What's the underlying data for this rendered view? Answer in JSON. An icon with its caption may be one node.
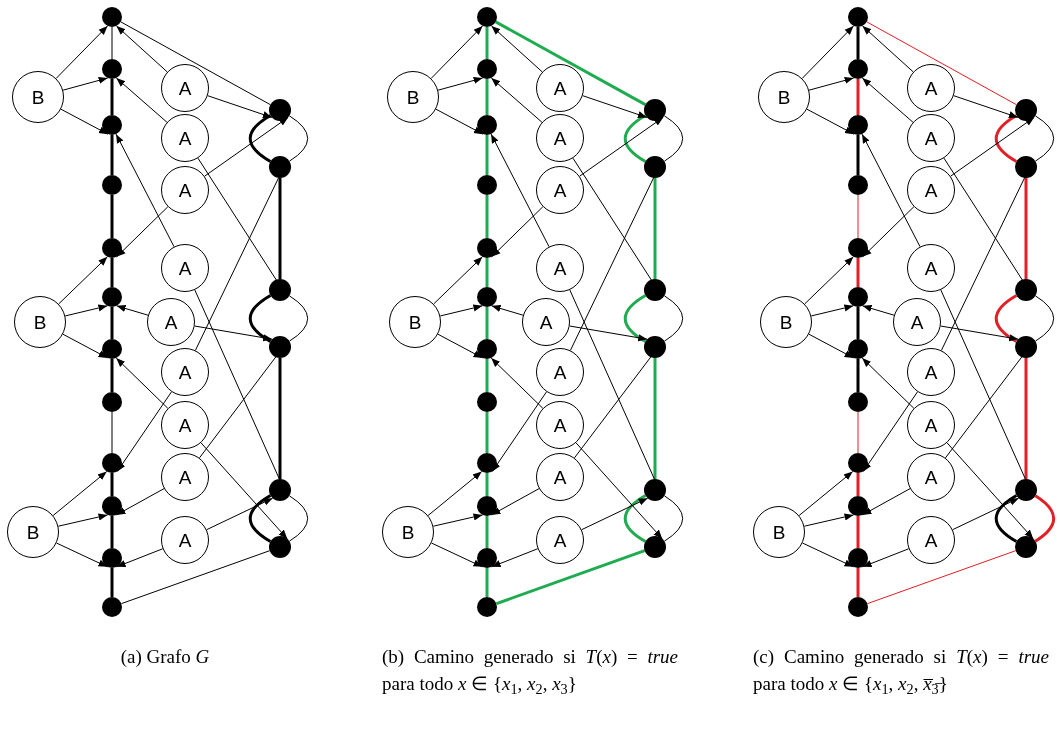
{
  "diagram": {
    "nodes": [
      {
        "text": [],
        "shape": "circle"
      },
      {
        "text": [],
        "shape": "circle"
      },
      {
        "text": [],
        "shape": "circle"
      },
      {
        "text": [],
        "shape": "circle"
      },
      {
        "text": [],
        "shape": "circle"
      },
      {
        "text": [],
        "shape": "circle"
      },
      {
        "text": [],
        "shape": "circle"
      },
      {
        "text": [],
        "shape": "circle"
      },
      {
        "text": [],
        "shape": "circle"
      },
      {
        "text": [],
        "shape": "circle"
      },
      {
        "text": [],
        "shape": "circle"
      },
      {
        "text": [],
        "shape": "circle"
      },
      {
        "text": [
          "B"
        ]
      },
      {
        "text": [
          "B"
        ]
      },
      {
        "text": [
          "B"
        ]
      },
      {
        "text": [
          "A"
        ]
      },
      {
        "text": [
          "A"
        ]
      },
      {
        "text": [
          "A"
        ]
      },
      {
        "text": [
          "A"
        ]
      },
      {
        "text": [
          "A"
        ]
      },
      {
        "text": [
          "A"
        ]
      },
      {
        "text": [
          "A"
        ]
      },
      {
        "text": [
          "A"
        ]
      },
      {
        "text": [
          "A"
        ]
      },
      {
        "text": [],
        "shape": "circle"
      },
      {
        "text": [],
        "shape": "circle"
      },
      {
        "text": [],
        "shape": "circle"
      },
      {
        "text": [],
        "shape": "circle"
      },
      {
        "text": [],
        "shape": "circle"
      },
      {
        "text": [],
        "shape": "circle"
      },
      {
        "text": [],
        "shape": "circle"
      },
      {
        "text": [],
        "shape": "circle"
      },
      {
        "text": [],
        "shape": "circle"
      },
      {
        "text": [],
        "shape": "circle"
      },
      {
        "text": [],
        "shape": "circle"
      },
      {
        "text": [],
        "shape": "circle"
      },
      {
        "text": [],
        "shape": "circle"
      },
      {
        "text": [],
        "shape": "circle"
      },
      {
        "text": [],
        "shape": "circle"
      },
      {
        "text": [],
        "shape": "circle"
      },
      {
        "text": [],
        "shape": "circle"
      },
      {
        "text": [],
        "shape": "circle"
      },
      {
        "text": [
          "B"
        ]
      },
      {
        "text": [
          "B"
        ]
      },
      {
        "text": [
          "B"
        ]
      },
      {
        "text": [
          "A"
        ]
      },
      {
        "text": [
          "A"
        ]
      },
      {
        "text": [
          "A"
        ]
      },
      {
        "text": [
          "A"
        ]
      },
      {
        "text": [
          "A"
        ]
      },
      {
        "text": [
          "A"
        ]
      },
      {
        "text": [
          "A"
        ]
      },
      {
        "text": [
          "A"
        ]
      },
      {
        "text": [
          "A"
        ]
      },
      {
        "text": [],
        "shape": "circle"
      },
      {
        "text": [],
        "shape": "circle"
      },
      {
        "text": [],
        "shape": "circle"
      },
      {
        "text": [],
        "shape": "circle"
      },
      {
        "text": [],
        "shape": "circle"
      },
      {
        "text": [],
        "shape": "circle"
      },
      {
        "text": [],
        "shape": "circle"
      },
      {
        "text": [],
        "shape": "circle"
      },
      {
        "text": [],
        "shape": "circle"
      },
      {
        "text": [],
        "shape": "circle"
      },
      {
        "text": [],
        "shape": "circle"
      },
      {
        "text": [],
        "shape": "circle"
      },
      {
        "text": [],
        "shape": "circle"
      },
      {
        "text": [],
        "shape": "circle"
      },
      {
        "text": [],
        "shape": "circle"
      },
      {
        "text": [],
        "shape": "circle"
      },
      {
        "text": [],
        "shape": "circle"
      },
      {
        "text": [],
        "shape": "circle"
      },
      {
        "text": [
          "B"
        ]
      },
      {
        "text": [
          "B"
        ]
      },
      {
        "text": [
          "B"
        ]
      },
      {
        "text": [
          "A"
        ]
      },
      {
        "text": [
          "A"
        ]
      },
      {
        "text": [
          "A"
        ]
      },
      {
        "text": [
          "A"
        ]
      },
      {
        "text": [
          "A"
        ]
      },
      {
        "text": [
          "A"
        ]
      },
      {
        "text": [
          "A"
        ]
      },
      {
        "text": [
          "A"
        ]
      },
      {
        "text": [
          "A"
        ]
      },
      {
        "text": [],
        "shape": "circle"
      },
      {
        "text": [],
        "shape": "circle"
      },
      {
        "text": [],
        "shape": "circle"
      },
      {
        "text": [],
        "shape": "circle"
      },
      {
        "text": [],
        "shape": "circle"
      },
      {
        "text": [],
        "shape": "circle"
      }
    ],
    "edges": [
      {
        "from": 0,
        "to": 1,
        "arrow": "none"
      },
      {
        "from": 1,
        "to": 2,
        "arrow": "none",
        "style": "thick"
      },
      {
        "from": 2,
        "to": 3,
        "arrow": "none",
        "style": "thick"
      },
      {
        "from": 3,
        "to": 4,
        "arrow": "none",
        "style": "thick"
      },
      {
        "from": 4,
        "to": 5,
        "arrow": "none",
        "style": "thick"
      },
      {
        "from": 5,
        "to": 6,
        "arrow": "none",
        "style": "thick"
      },
      {
        "from": 6,
        "to": 7,
        "arrow": "none",
        "style": "thick"
      },
      {
        "from": 7,
        "to": 8,
        "arrow": "none"
      },
      {
        "from": 8,
        "to": 9,
        "arrow": "none",
        "style": "thick"
      },
      {
        "from": 9,
        "to": 10,
        "arrow": "none",
        "style": "thick"
      },
      {
        "from": 10,
        "to": 11,
        "arrow": "none",
        "style": "thick"
      },
      {
        "from": 0,
        "to": 24,
        "arrow": "none"
      },
      {
        "from": 24,
        "to": 25,
        "arrow": "none",
        "style": "thick"
      },
      {
        "from": 24,
        "to": 25,
        "arrow": "none"
      },
      {
        "from": 25,
        "to": 26,
        "arrow": "none",
        "style": "thick"
      },
      {
        "from": 26,
        "to": 27,
        "arrow": "none",
        "style": "thick"
      },
      {
        "from": 26,
        "to": 27,
        "arrow": "none"
      },
      {
        "from": 27,
        "to": 28,
        "arrow": "none",
        "style": "thick"
      },
      {
        "from": 28,
        "to": 29,
        "arrow": "none",
        "style": "thick"
      },
      {
        "from": 28,
        "to": 29,
        "arrow": "none"
      },
      {
        "from": 29,
        "to": 11,
        "arrow": "none"
      },
      {
        "from": 12,
        "to": 0,
        "arrow": "to"
      },
      {
        "from": 12,
        "to": 1,
        "arrow": "to"
      },
      {
        "from": 12,
        "to": 2,
        "arrow": "to"
      },
      {
        "from": 13,
        "to": 4,
        "arrow": "to"
      },
      {
        "from": 13,
        "to": 5,
        "arrow": "to"
      },
      {
        "from": 13,
        "to": 6,
        "arrow": "to"
      },
      {
        "from": 14,
        "to": 8,
        "arrow": "to"
      },
      {
        "from": 14,
        "to": 9,
        "arrow": "to"
      },
      {
        "from": 14,
        "to": 10,
        "arrow": "to"
      },
      {
        "from": 15,
        "to": 0,
        "arrow": "to"
      },
      {
        "from": 15,
        "to": 24,
        "arrow": "to"
      },
      {
        "from": 16,
        "to": 1,
        "arrow": "to"
      },
      {
        "from": 16,
        "to": 26,
        "arrow": "to"
      },
      {
        "from": 17,
        "to": 4,
        "arrow": "to"
      },
      {
        "from": 17,
        "to": 24,
        "arrow": "to"
      },
      {
        "from": 18,
        "to": 2,
        "arrow": "to"
      },
      {
        "from": 18,
        "to": 28,
        "arrow": "to"
      },
      {
        "from": 19,
        "to": 5,
        "arrow": "to"
      },
      {
        "from": 19,
        "to": 27,
        "arrow": "to"
      },
      {
        "from": 20,
        "to": 8,
        "arrow": "to"
      },
      {
        "from": 20,
        "to": 25,
        "arrow": "to"
      },
      {
        "from": 21,
        "to": 6,
        "arrow": "to"
      },
      {
        "from": 21,
        "to": 29,
        "arrow": "to"
      },
      {
        "from": 22,
        "to": 9,
        "arrow": "to"
      },
      {
        "from": 22,
        "to": 27,
        "arrow": "to"
      },
      {
        "from": 23,
        "to": 10,
        "arrow": "to"
      },
      {
        "from": 23,
        "to": 28,
        "arrow": "to"
      },
      {
        "from": 30,
        "to": 31,
        "arrow": "none",
        "style": "thick",
        "color": "#1fab4f"
      },
      {
        "from": 31,
        "to": 32,
        "arrow": "none",
        "style": "thick",
        "color": "#1fab4f"
      },
      {
        "from": 32,
        "to": 33,
        "arrow": "none",
        "style": "thick",
        "color": "#1fab4f"
      },
      {
        "from": 33,
        "to": 34,
        "arrow": "none",
        "style": "thick",
        "color": "#1fab4f"
      },
      {
        "from": 34,
        "to": 35,
        "arrow": "none",
        "style": "thick",
        "color": "#1fab4f"
      },
      {
        "from": 35,
        "to": 36,
        "arrow": "none",
        "style": "thick",
        "color": "#1fab4f"
      },
      {
        "from": 36,
        "to": 37,
        "arrow": "none",
        "style": "thick",
        "color": "#1fab4f"
      },
      {
        "from": 37,
        "to": 38,
        "arrow": "none",
        "style": "thick",
        "color": "#1fab4f"
      },
      {
        "from": 38,
        "to": 39,
        "arrow": "none",
        "style": "thick",
        "color": "#1fab4f"
      },
      {
        "from": 39,
        "to": 40,
        "arrow": "none",
        "style": "thick",
        "color": "#1fab4f"
      },
      {
        "from": 40,
        "to": 41,
        "arrow": "none",
        "style": "thick",
        "color": "#1fab4f"
      },
      {
        "from": 30,
        "to": 54,
        "arrow": "none",
        "style": "thick",
        "color": "#1fab4f"
      },
      {
        "from": 54,
        "to": 55,
        "arrow": "none",
        "style": "thick",
        "color": "#1fab4f"
      },
      {
        "from": 54,
        "to": 55,
        "arrow": "none"
      },
      {
        "from": 55,
        "to": 56,
        "arrow": "none",
        "style": "thick",
        "color": "#1fab4f"
      },
      {
        "from": 56,
        "to": 57,
        "arrow": "none",
        "style": "thick",
        "color": "#1fab4f"
      },
      {
        "from": 56,
        "to": 57,
        "arrow": "none"
      },
      {
        "from": 57,
        "to": 58,
        "arrow": "none",
        "style": "thick",
        "color": "#1fab4f"
      },
      {
        "from": 58,
        "to": 59,
        "arrow": "none",
        "style": "thick",
        "color": "#1fab4f"
      },
      {
        "from": 58,
        "to": 59,
        "arrow": "none"
      },
      {
        "from": 59,
        "to": 41,
        "arrow": "none",
        "style": "thick",
        "color": "#1fab4f"
      },
      {
        "from": 42,
        "to": 30,
        "arrow": "to"
      },
      {
        "from": 42,
        "to": 31,
        "arrow": "to"
      },
      {
        "from": 42,
        "to": 32,
        "arrow": "to"
      },
      {
        "from": 43,
        "to": 34,
        "arrow": "to"
      },
      {
        "from": 43,
        "to": 35,
        "arrow": "to"
      },
      {
        "from": 43,
        "to": 36,
        "arrow": "to"
      },
      {
        "from": 44,
        "to": 38,
        "arrow": "to"
      },
      {
        "from": 44,
        "to": 39,
        "arrow": "to"
      },
      {
        "from": 44,
        "to": 40,
        "arrow": "to"
      },
      {
        "from": 45,
        "to": 30,
        "arrow": "to"
      },
      {
        "from": 45,
        "to": 54,
        "arrow": "to"
      },
      {
        "from": 46,
        "to": 31,
        "arrow": "to"
      },
      {
        "from": 46,
        "to": 56,
        "arrow": "to"
      },
      {
        "from": 47,
        "to": 34,
        "arrow": "to"
      },
      {
        "from": 47,
        "to": 54,
        "arrow": "to"
      },
      {
        "from": 48,
        "to": 32,
        "arrow": "to"
      },
      {
        "from": 48,
        "to": 58,
        "arrow": "to"
      },
      {
        "from": 49,
        "to": 35,
        "arrow": "to"
      },
      {
        "from": 49,
        "to": 57,
        "arrow": "to"
      },
      {
        "from": 50,
        "to": 38,
        "arrow": "to"
      },
      {
        "from": 50,
        "to": 55,
        "arrow": "to"
      },
      {
        "from": 51,
        "to": 36,
        "arrow": "to"
      },
      {
        "from": 51,
        "to": 59,
        "arrow": "to"
      },
      {
        "from": 52,
        "to": 39,
        "arrow": "to"
      },
      {
        "from": 52,
        "to": 57,
        "arrow": "to"
      },
      {
        "from": 53,
        "to": 40,
        "arrow": "to"
      },
      {
        "from": 53,
        "to": 58,
        "arrow": "to"
      },
      {
        "from": 60,
        "to": 61,
        "arrow": "none",
        "style": "thick"
      },
      {
        "from": 61,
        "to": 62,
        "arrow": "none",
        "style": "thick",
        "color": "#e31e24"
      },
      {
        "from": 62,
        "to": 63,
        "arrow": "none",
        "style": "thick"
      },
      {
        "from": 63,
        "to": 64,
        "arrow": "none",
        "color": "#e31e24"
      },
      {
        "from": 64,
        "to": 65,
        "arrow": "none",
        "style": "thick",
        "color": "#e31e24"
      },
      {
        "from": 65,
        "to": 66,
        "arrow": "none",
        "style": "thick"
      },
      {
        "from": 66,
        "to": 67,
        "arrow": "none",
        "style": "thick"
      },
      {
        "from": 67,
        "to": 68,
        "arrow": "none",
        "color": "#e31e24"
      },
      {
        "from": 68,
        "to": 69,
        "arrow": "none",
        "style": "thick",
        "color": "#e31e24"
      },
      {
        "from": 69,
        "to": 70,
        "arrow": "none",
        "style": "thick",
        "color": "#e31e24"
      },
      {
        "from": 70,
        "to": 71,
        "arrow": "none",
        "style": "thick",
        "color": "#e31e24"
      },
      {
        "from": 60,
        "to": 84,
        "arrow": "none",
        "color": "#e31e24"
      },
      {
        "from": 84,
        "to": 85,
        "arrow": "none",
        "style": "thick",
        "color": "#e31e24"
      },
      {
        "from": 84,
        "to": 85,
        "arrow": "none"
      },
      {
        "from": 85,
        "to": 86,
        "arrow": "none",
        "style": "thick",
        "color": "#e31e24"
      },
      {
        "from": 86,
        "to": 87,
        "arrow": "none",
        "style": "thick",
        "color": "#e31e24"
      },
      {
        "from": 86,
        "to": 87,
        "arrow": "none"
      },
      {
        "from": 87,
        "to": 88,
        "arrow": "none",
        "style": "thick",
        "color": "#e31e24"
      },
      {
        "from": 88,
        "to": 89,
        "arrow": "none",
        "style": "thick"
      },
      {
        "from": 88,
        "to": 89,
        "arrow": "none",
        "style": "thick",
        "color": "#e31e24"
      },
      {
        "from": 89,
        "to": 71,
        "arrow": "none",
        "color": "#e31e24"
      },
      {
        "from": 72,
        "to": 60,
        "arrow": "to"
      },
      {
        "from": 72,
        "to": 61,
        "arrow": "to"
      },
      {
        "from": 72,
        "to": 62,
        "arrow": "to"
      },
      {
        "from": 73,
        "to": 64,
        "arrow": "to"
      },
      {
        "from": 73,
        "to": 65,
        "arrow": "to"
      },
      {
        "from": 73,
        "to": 66,
        "arrow": "to"
      },
      {
        "from": 74,
        "to": 68,
        "arrow": "to"
      },
      {
        "from": 74,
        "to": 69,
        "arrow": "to"
      },
      {
        "from": 74,
        "to": 70,
        "arrow": "to"
      },
      {
        "from": 75,
        "to": 60,
        "arrow": "to"
      },
      {
        "from": 75,
        "to": 84,
        "arrow": "to"
      },
      {
        "from": 76,
        "to": 61,
        "arrow": "to"
      },
      {
        "from": 76,
        "to": 86,
        "arrow": "to"
      },
      {
        "from": 77,
        "to": 64,
        "arrow": "to"
      },
      {
        "from": 77,
        "to": 84,
        "arrow": "to"
      },
      {
        "from": 78,
        "to": 62,
        "arrow": "to"
      },
      {
        "from": 78,
        "to": 88,
        "arrow": "to"
      },
      {
        "from": 79,
        "to": 65,
        "arrow": "to"
      },
      {
        "from": 79,
        "to": 87,
        "arrow": "to"
      },
      {
        "from": 80,
        "to": 68,
        "arrow": "to"
      },
      {
        "from": 80,
        "to": 85,
        "arrow": "to"
      },
      {
        "from": 81,
        "to": 66,
        "arrow": "to"
      },
      {
        "from": 81,
        "to": 89,
        "arrow": "to"
      },
      {
        "from": 82,
        "to": 69,
        "arrow": "to"
      },
      {
        "from": 82,
        "to": 87,
        "arrow": "to"
      },
      {
        "from": 83,
        "to": 70,
        "arrow": "to"
      },
      {
        "from": 83,
        "to": 88,
        "arrow": "to"
      }
    ],
    "labels": [
      "(a) Grafo *G*",
      "(b) Camino generado si *T*(*x*) = *true* para todo *x* ∈ {*x*$_{1}$, *x*$_{2}$, *x*$_{3}$}",
      "(c) Camino generado si *T*(*x*) = *true* para todo *x* ∈ {*x*$_{1}$, *x*$_{2}$, *x̅*$_{3̅}$}"
    ]
  }
}
